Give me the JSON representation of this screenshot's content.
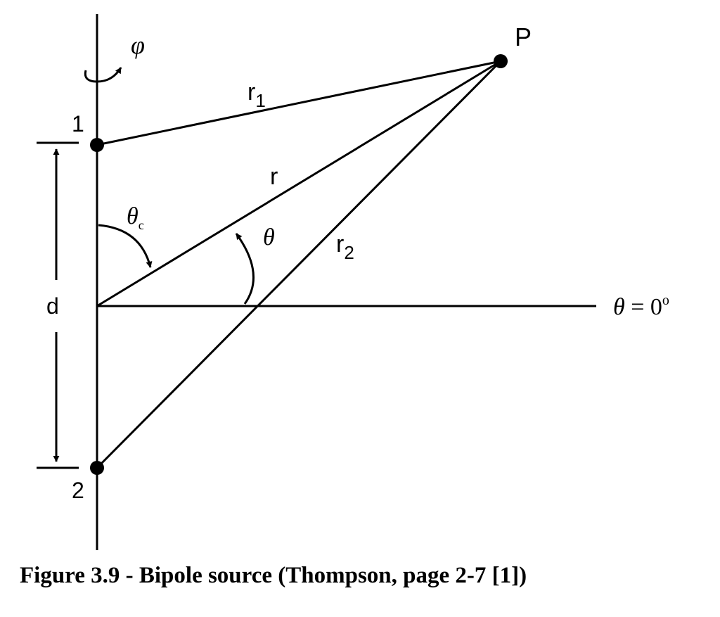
{
  "diagram": {
    "points": {
      "p_label": "P",
      "source1_label": "1",
      "source2_label": "2"
    },
    "distances": {
      "r1": {
        "base": "r",
        "sub": "1"
      },
      "r": "r",
      "r2": {
        "base": "r",
        "sub": "2"
      },
      "d": "d"
    },
    "angles": {
      "phi": "φ",
      "theta_c": {
        "base": "θ",
        "sub": "c"
      },
      "theta": "θ",
      "reference": {
        "lhs": "θ",
        "eq": " = ",
        "rhs": "0",
        "unit": "o"
      }
    }
  },
  "caption": "Figure 3.9 - Bipole source (Thompson, page 2-7 [1])"
}
